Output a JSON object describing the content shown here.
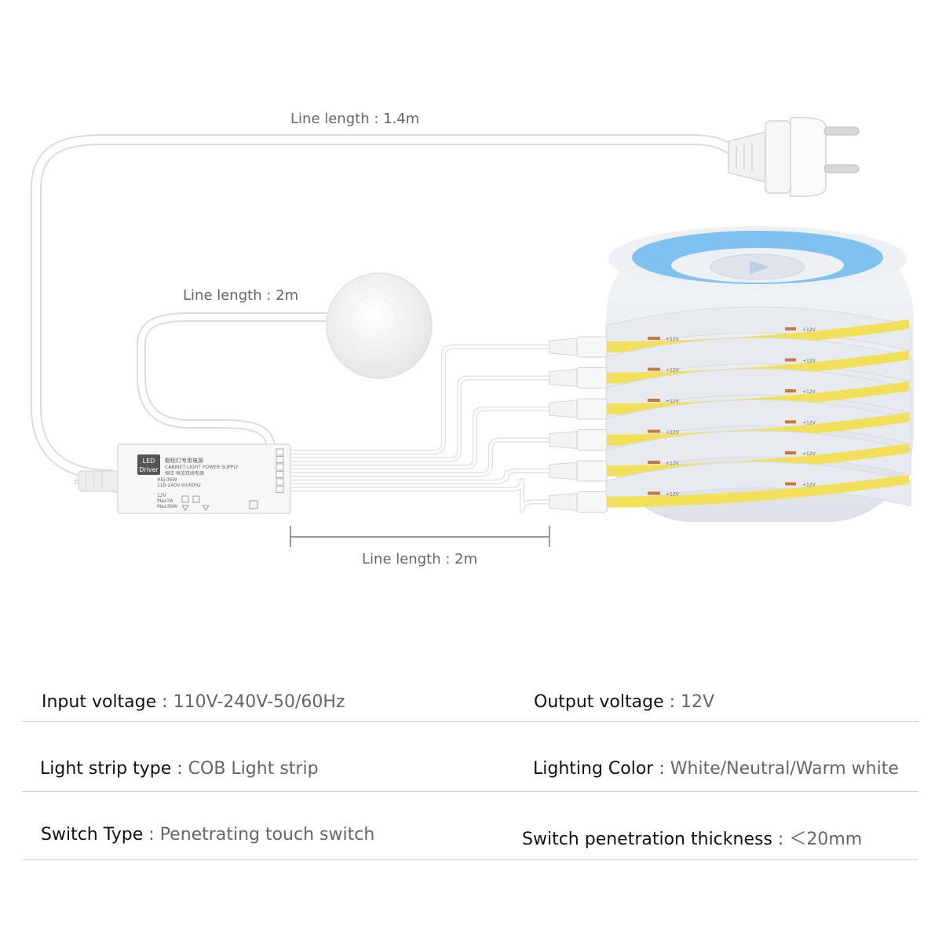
{
  "colors": {
    "cable": "#ffffff",
    "cable_edge": "#dcdcdc",
    "strip_yellow": "#f2e05a",
    "strip_blue": "#7fc2f2",
    "reel": "#e9ecf0",
    "rule": "#cfcfcf"
  },
  "diagram": {
    "dim_power_cord": "Line length : 1.4m",
    "dim_switch_cord": "Line length : 2m",
    "dim_output_cords": "Line length : 2m",
    "driver_label": {
      "badge_top": "LED",
      "badge_bottom": "Driver",
      "title_cn": "橱柜灯专用电源",
      "title_en": "CABINET LIGHT POWER SUPPLY",
      "subtitle_cn": "恒压 恒流双线电源",
      "model": "HEJ-36W",
      "input": "110-240V-50/60Hz",
      "output_v": "12V",
      "output_a": "Max3A",
      "output_w": "Max36W"
    },
    "strip_marking": "+12V",
    "strip_count": 6,
    "icons": [
      "plug-icon",
      "touch-switch-icon",
      "led-driver-icon",
      "led-strip-reel-icon"
    ]
  },
  "specs": [
    {
      "key": "Input voltage",
      "value": "110V-240V-50/60Hz"
    },
    {
      "key": "Output voltage",
      "value": "12V"
    },
    {
      "key": "Light strip type",
      "value": "COB Light strip"
    },
    {
      "key": "Lighting Color",
      "value": "White/Neutral/Warm white"
    },
    {
      "key": "Switch Type",
      "value": "Penetrating touch switch"
    },
    {
      "key": "Switch penetration thickness",
      "value": "＜20mm"
    }
  ],
  "separator": ":"
}
